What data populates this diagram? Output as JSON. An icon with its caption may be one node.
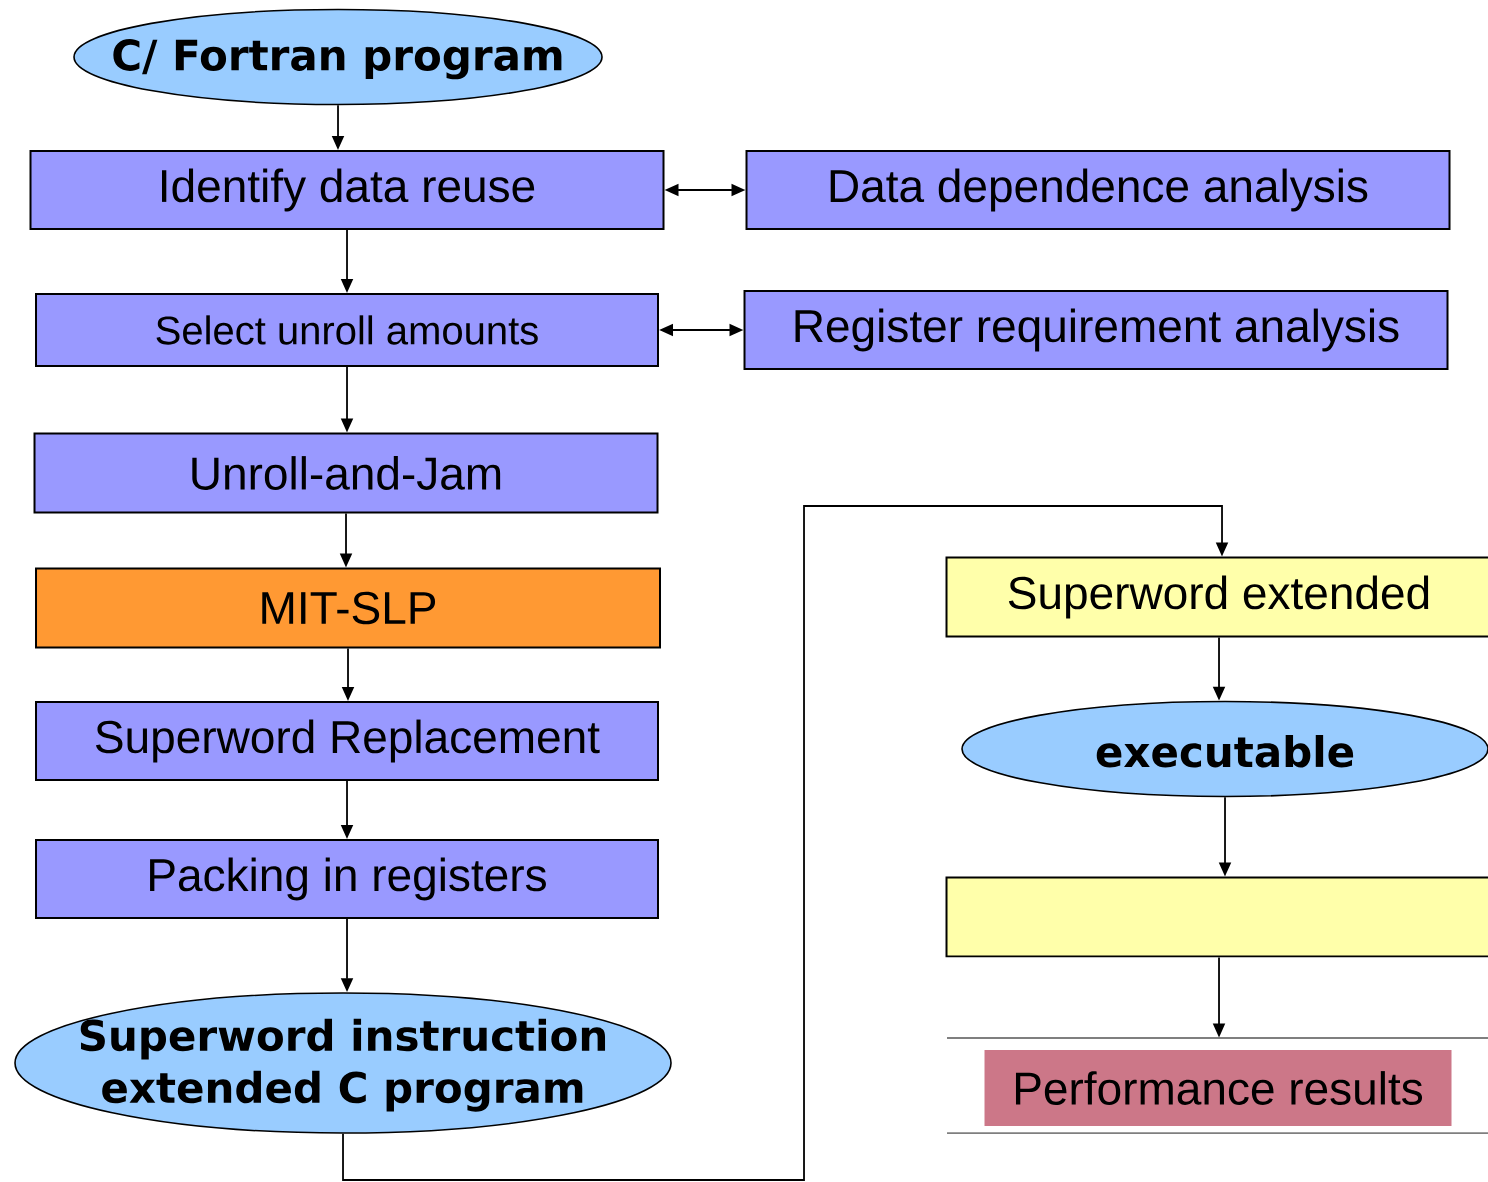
{
  "diagram": {
    "nodes": [
      {
        "text": [
          "C/ Fortran program"
        ]
      },
      {
        "text": [
          "Identify data reuse"
        ]
      },
      {
        "text": [
          "Data dependence analysis"
        ]
      },
      {
        "text": [
          "Select unroll amounts"
        ]
      },
      {
        "text": [
          "Register requirement analysis"
        ]
      },
      {
        "text": [
          "Unroll-and-Jam"
        ]
      },
      {
        "text": [
          "MIT-SLP"
        ]
      },
      {
        "text": [
          "Superword Replacement"
        ]
      },
      {
        "text": [
          "Packing in registers"
        ]
      },
      {
        "text": [
          "Superword instruction extended C program"
        ]
      },
      {
        "text": [
          "Superword extended"
        ]
      },
      {
        "text": [
          "executable"
        ]
      },
      {
        "text": [],
        "shape": "box"
      },
      {
        "text": [
          "Performance results"
        ]
      }
    ],
    "edges": [
      {
        "from": 0,
        "to": 1,
        "arrow": "to"
      },
      {
        "from": 1,
        "to": 2,
        "arrow": "both"
      },
      {
        "from": 1,
        "to": 3,
        "arrow": "to"
      },
      {
        "from": 3,
        "to": 4,
        "arrow": "both"
      },
      {
        "from": 3,
        "to": 5,
        "arrow": "to"
      },
      {
        "from": 5,
        "to": 6,
        "arrow": "to"
      },
      {
        "from": 6,
        "to": 7,
        "arrow": "to"
      },
      {
        "from": 7,
        "to": 8,
        "arrow": "to"
      },
      {
        "from": 8,
        "to": 9,
        "arrow": "to"
      },
      {
        "from": 9,
        "to": 10,
        "arrow": "to"
      },
      {
        "from": 10,
        "to": 11,
        "arrow": "to"
      },
      {
        "from": 11,
        "to": 12,
        "arrow": "to"
      },
      {
        "from": 12,
        "to": 13,
        "arrow": "to"
      }
    ]
  }
}
